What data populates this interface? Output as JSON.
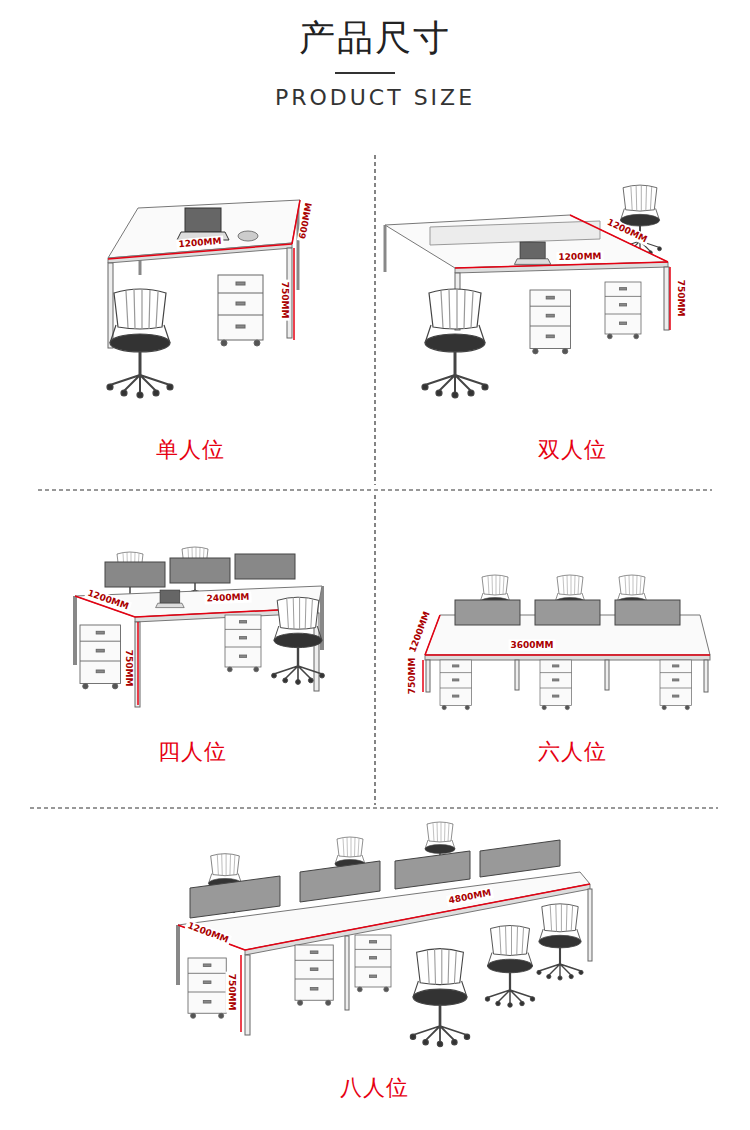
{
  "diagram": {
    "title": "产品尺寸",
    "labels": [
      "PRODUCT SIZE",
      "1200MM",
      "600MM",
      "750MM",
      "单人位",
      "1200MM",
      "1200MM",
      "750MM",
      "双人位",
      "1200MM",
      "2400MM",
      "750MM",
      "四人位",
      "1200MM",
      "3600MM",
      "750MM",
      "六人位",
      "4800MM",
      "1200MM",
      "750MM",
      "八人位"
    ]
  }
}
